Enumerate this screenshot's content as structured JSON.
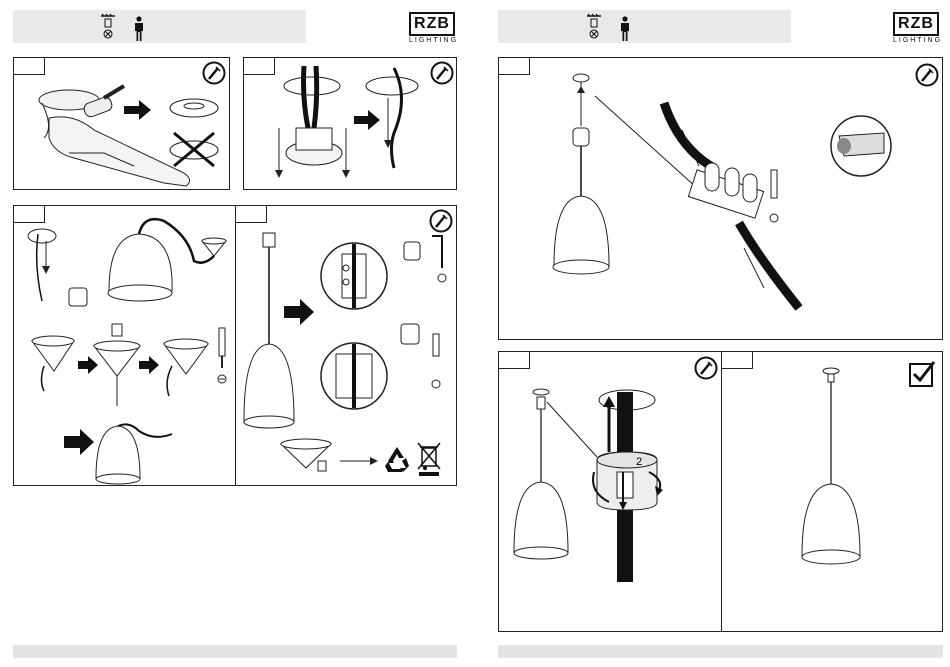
{
  "brand": {
    "logo_text": "RZB",
    "logo_sub": "LIGHTING"
  },
  "pages": {
    "left": {
      "header_icons": [
        "ceiling-mount-icon",
        "person-icon"
      ],
      "panels": [
        "step-1",
        "step-2",
        "step-3",
        "step-4"
      ]
    },
    "right": {
      "header_icons": [
        "ceiling-mount-icon",
        "person-icon"
      ],
      "panels": [
        "step-5",
        "step-6",
        "step-7"
      ]
    }
  },
  "labels": {
    "rotation_number": "2"
  },
  "icons": {
    "tool": "screwdriver-circle-icon",
    "recycle": "recycle-icon",
    "weee": "crossed-bin-icon",
    "done": "checkmark-box-icon"
  },
  "colors": {
    "header_bg": "#e9e9e9",
    "footer_bg": "#e3e3e3",
    "line": "#222222"
  }
}
